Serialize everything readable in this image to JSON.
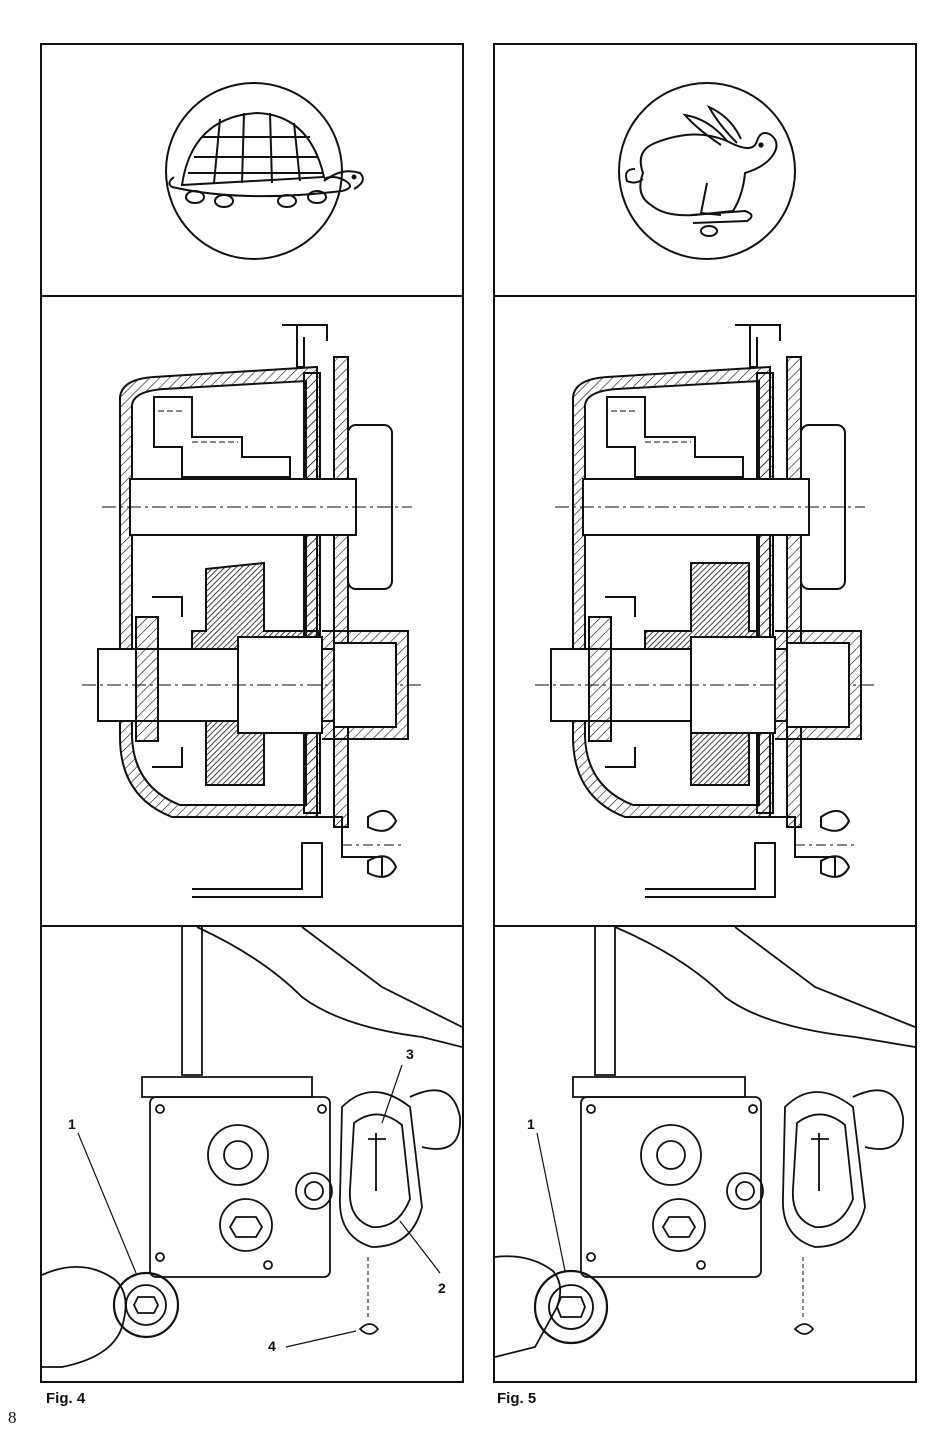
{
  "page_number": "8",
  "figures": [
    {
      "id": "fig4",
      "caption": "Fig. 4",
      "speed_symbol": "tortoise-icon",
      "callouts": [
        "1",
        "2",
        "3",
        "4"
      ]
    },
    {
      "id": "fig5",
      "caption": "Fig. 5",
      "speed_symbol": "rabbit-icon",
      "callouts": [
        "1"
      ]
    }
  ]
}
